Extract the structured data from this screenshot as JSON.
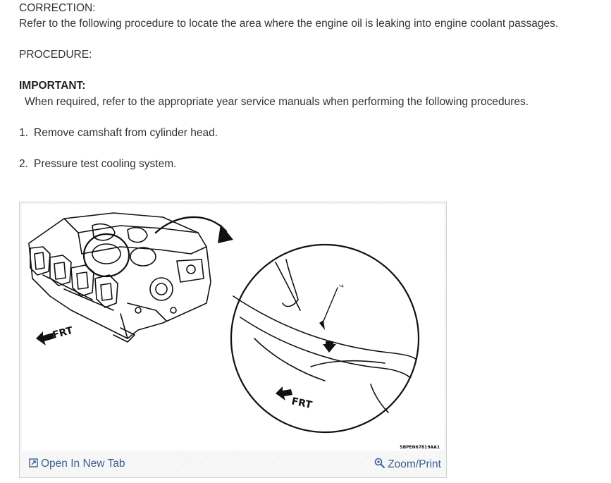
{
  "document": {
    "correction_label": "CORRECTION:",
    "correction_text": "Refer to the following procedure to locate the area where the engine oil is leaking into engine coolant passages.",
    "procedure_label": "PROCEDURE:",
    "important_label": "IMPORTANT:",
    "important_text": "When required, refer to the appropriate year service manuals when performing the following procedures.",
    "steps": [
      {
        "number": "1.",
        "text": "Remove camshaft from cylinder head."
      },
      {
        "number": "2.",
        "text": "Pressure test cooling system."
      }
    ]
  },
  "figure": {
    "label_frt_left": "FRT",
    "label_frt_detail": "FRT",
    "label_callout": "*4",
    "figure_code": "SBPEN67819AA1",
    "open_new_tab_label": "Open In New Tab",
    "zoom_print_label": "Zoom/Print",
    "link_color": "#3a5f8f",
    "icons": [
      "open-new-tab-icon",
      "zoom-icon"
    ]
  }
}
